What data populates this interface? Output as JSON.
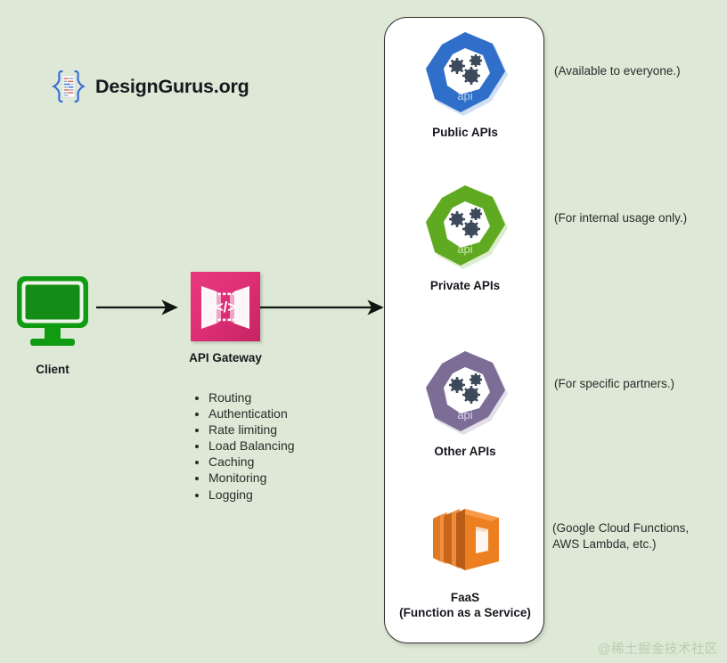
{
  "brand": {
    "name": "DesignGurus.org",
    "logo_icon": "code-braces-document-icon"
  },
  "colors": {
    "background": "#dde9d6",
    "client": "#14a014",
    "gateway": "#e0317a",
    "public_api": "#2f6fc9",
    "private_api": "#5faa20",
    "other_api": "#7b6d96",
    "faas": "#ed8024",
    "panel_border": "#2d2d2d",
    "arrow": "#101510"
  },
  "client": {
    "label": "Client",
    "icon": "desktop-monitor-icon"
  },
  "gateway": {
    "label": "API Gateway",
    "icon": "api-gateway-doors-icon",
    "code_glyph": "</>",
    "features": [
      "Routing",
      "Authentication",
      "Rate limiting",
      "Load Balancing",
      "Caching",
      "Monitoring",
      "Logging"
    ]
  },
  "arrows": [
    {
      "name": "client-to-gateway",
      "from": "Client",
      "to": "API Gateway"
    },
    {
      "name": "gateway-to-services",
      "from": "API Gateway",
      "to": "Services Panel"
    }
  ],
  "services": [
    {
      "id": "public-apis",
      "label": "Public APIs",
      "icon": "api-hexagon-icon",
      "inner_text": "api",
      "color": "#2f6fc9",
      "note": "(Available to everyone.)"
    },
    {
      "id": "private-apis",
      "label": "Private APIs",
      "icon": "api-hexagon-icon",
      "inner_text": "api",
      "color": "#5faa20",
      "note": "(For internal usage only.)"
    },
    {
      "id": "other-apis",
      "label": "Other APIs",
      "icon": "api-hexagon-icon",
      "inner_text": "api",
      "color": "#7b6d96",
      "note": "(For specific partners.)"
    },
    {
      "id": "faas",
      "label": "FaaS\n(Function as a Service)",
      "icon": "aws-lambda-cube-icon",
      "inner_text": "",
      "color": "#ed8024",
      "note": "(Google Cloud Functions,\nAWS Lambda, etc.)"
    }
  ],
  "watermark": "@稀土掘金技术社区"
}
